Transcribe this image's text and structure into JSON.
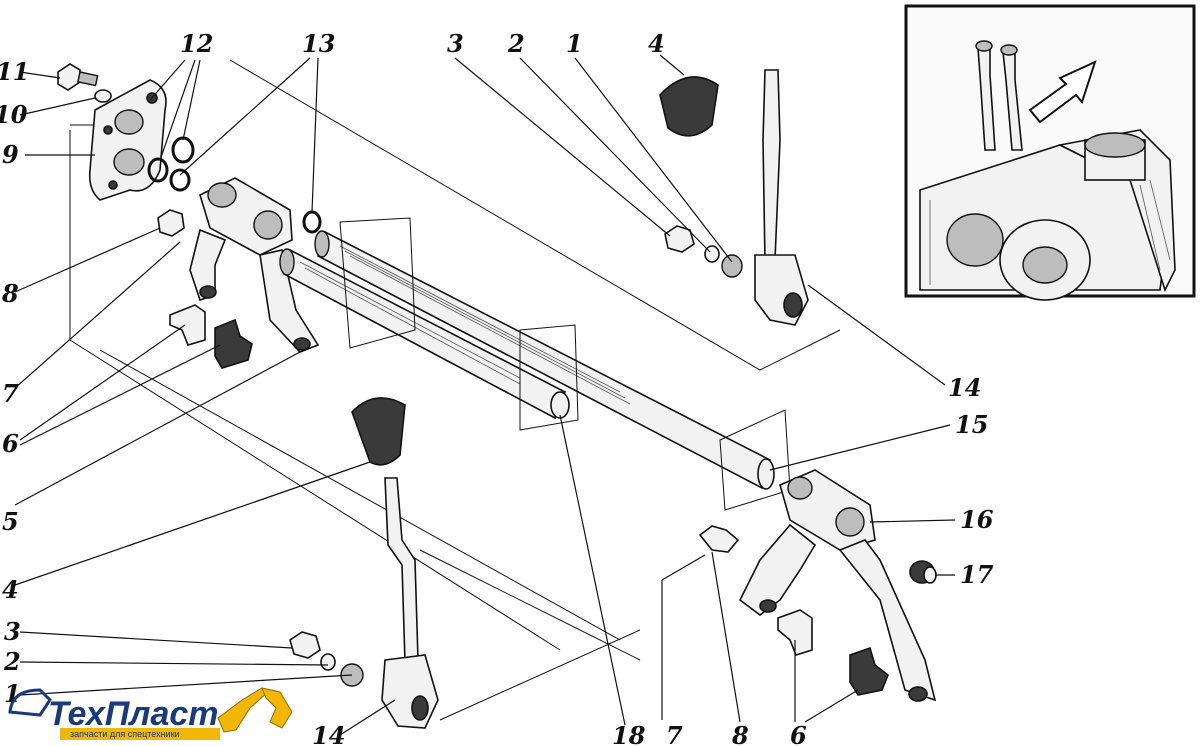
{
  "callouts": [
    {
      "id": "c-11a",
      "text": "11"
    },
    {
      "id": "c-10a",
      "text": "10"
    },
    {
      "id": "c-9",
      "text": "9"
    },
    {
      "id": "c-12",
      "text": "12"
    },
    {
      "id": "c-13",
      "text": "13"
    },
    {
      "id": "c-8a",
      "text": "8"
    },
    {
      "id": "c-7a",
      "text": "7"
    },
    {
      "id": "c-6a",
      "text": "6"
    },
    {
      "id": "c-5",
      "text": "5"
    },
    {
      "id": "c-4a",
      "text": "4"
    },
    {
      "id": "c-3a",
      "text": "3"
    },
    {
      "id": "c-2a",
      "text": "2"
    },
    {
      "id": "c-1a",
      "text": "1"
    },
    {
      "id": "c-3b",
      "text": "3"
    },
    {
      "id": "c-2b",
      "text": "2"
    },
    {
      "id": "c-1b",
      "text": "1"
    },
    {
      "id": "c-4b",
      "text": "4"
    },
    {
      "id": "c-14a",
      "text": "14"
    },
    {
      "id": "c-15",
      "text": "15"
    },
    {
      "id": "c-16",
      "text": "16"
    },
    {
      "id": "c-17",
      "text": "17"
    },
    {
      "id": "c-14b",
      "text": "14"
    },
    {
      "id": "c-18",
      "text": "18"
    },
    {
      "id": "c-7b",
      "text": "7"
    },
    {
      "id": "c-8b",
      "text": "8"
    },
    {
      "id": "c-6b",
      "text": "6"
    }
  ],
  "logo": {
    "brand": "ТехПласт",
    "tagline": "запчасти для спецтехники",
    "brand_color": "#1a3a7a",
    "accent_color": "#f2b705",
    "icon": "excavator-icon"
  },
  "inset": {
    "arrow_icon": "pointer-arrow-icon"
  }
}
